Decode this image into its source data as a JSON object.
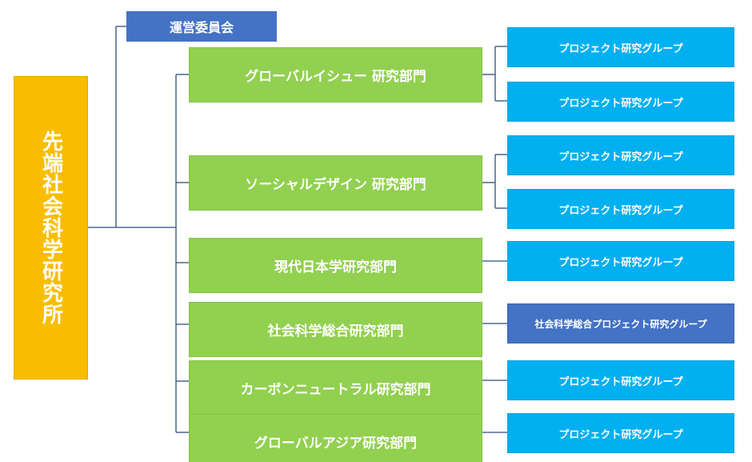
{
  "institute": {
    "name": "先端社会科学研究所",
    "color": "#f9bd00"
  },
  "committee": {
    "name": "運営委員会",
    "color": "#4472c4"
  },
  "departments": [
    {
      "name": "グローバルイシュー 研究部門",
      "groups": [
        "プロジェクト研究グループ",
        "プロジェクト研究グループ"
      ]
    },
    {
      "name": "ソーシャルデザイン 研究部門",
      "groups": [
        "プロジェクト研究グループ",
        "プロジェクト研究グループ"
      ]
    },
    {
      "name": "現代日本学研究部門",
      "groups": [
        "プロジェクト研究グループ"
      ]
    },
    {
      "name": "社会科学総合研究部門",
      "groups": [
        "社会科学総合プロジェクト研究グループ"
      ]
    },
    {
      "name": "カーボンニュートラル研究部門",
      "groups": [
        "プロジェクト研究グループ"
      ]
    },
    {
      "name": "グローバルアジア研究部門",
      "groups": [
        "プロジェクト研究グループ"
      ]
    }
  ],
  "colors": {
    "department": "#92d050",
    "group": "#00b0f0",
    "group_integrated": "#4472c4",
    "connector": "#2f4d7e"
  }
}
